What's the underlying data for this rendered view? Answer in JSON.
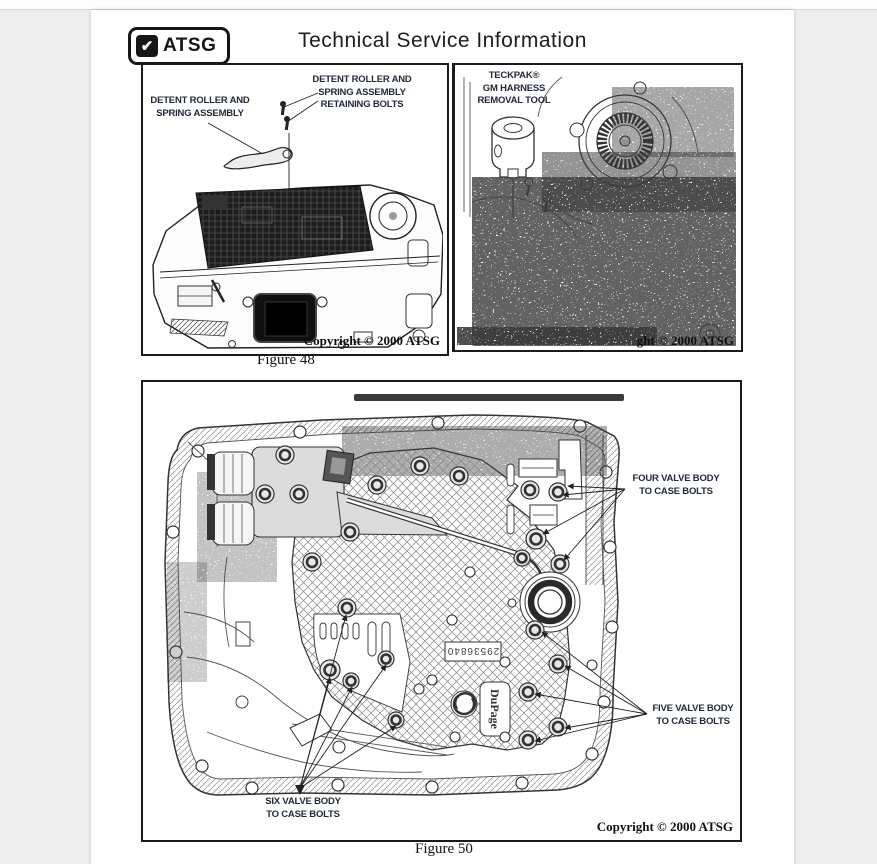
{
  "header": {
    "brand": "ATSG",
    "checkmark_icon": "✔",
    "title": "Technical Service Information"
  },
  "figure48": {
    "label_assembly": "DETENT ROLLER AND\nSPRING ASSEMBLY",
    "label_retaining_bolts": "DETENT ROLLER AND\nSPRING ASSEMBLY\nRETAINING BOLTS",
    "copyright": "Copyright © 2000 ATSG",
    "caption": "Figure 48"
  },
  "figure49": {
    "label_tool": "TECKPAK®\nGM HARNESS\nREMOVAL TOOL",
    "copyright_partial": "ght © 2000 ATSG"
  },
  "figure50": {
    "label_four": "FOUR VALVE BODY\nTO CASE BOLTS",
    "label_five": "FIVE VALVE BODY\nTO CASE BOLTS",
    "label_six": "SIX VALVE BODY\nTO CASE BOLTS",
    "part_number": "29536840",
    "embossed_text": "DuPage",
    "copyright": "Copyright © 2000 ATSG",
    "caption": "Figure 50"
  },
  "colors": {
    "paper": "#ffffff",
    "background": "#eeeeee",
    "ink": "#1a1a1a",
    "label_ink": "#222a38"
  }
}
